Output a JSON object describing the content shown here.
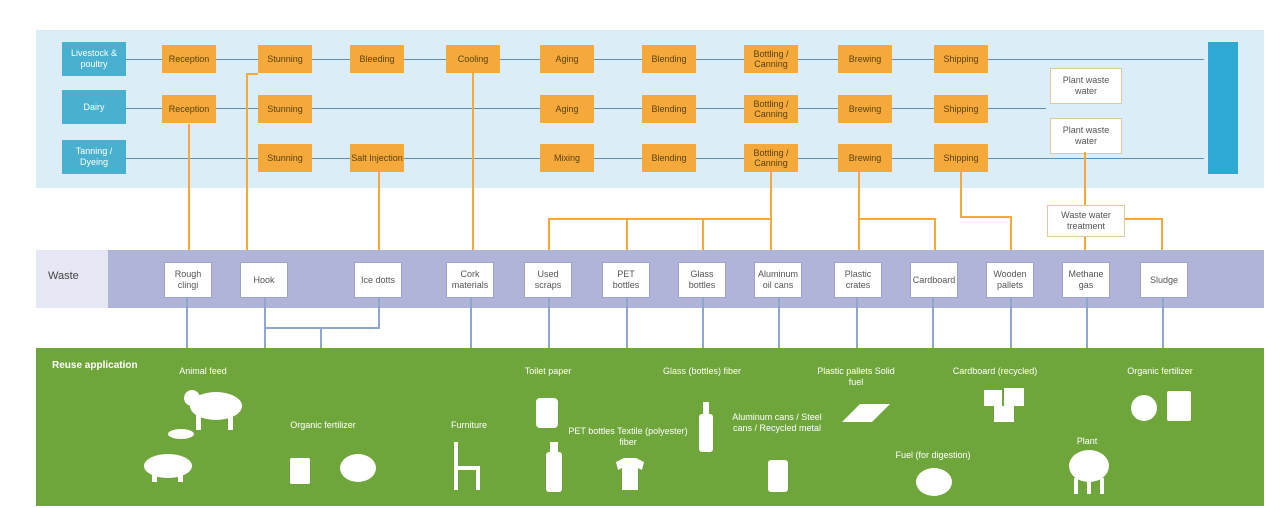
{
  "source_labels": [
    "Livestock & poultry",
    "Dairy",
    "Tanning / Dyeing"
  ],
  "process_rows": [
    [
      "Reception",
      "Stunning",
      "Bleeding",
      "Cooling",
      "Aging",
      "Blending",
      "Bottling / Canning",
      "Brewing",
      "Shipping"
    ],
    [
      "Reception",
      "Stunning",
      "Aging",
      "Blending",
      "Bottling / Canning",
      "Brewing",
      "Shipping"
    ],
    [
      "Stunning",
      "Salt Injection",
      "Mixing",
      "Blending",
      "Bottling / Canning",
      "Brewing",
      "Shipping"
    ]
  ],
  "plant_waste_water": [
    "Plant waste water",
    "Plant waste water"
  ],
  "waste_water_treatment": "Waste water treatment",
  "waste": {
    "label": "Waste",
    "items": [
      "Rough clingi",
      "Hook",
      "Ice dotts",
      "Cork materials",
      "Used scraps",
      "PET bottles",
      "Glass bottles",
      "Aluminum oil cans",
      "Plastic crates",
      "Cardboard",
      "Wooden pallets",
      "Methane gas",
      "Sludge"
    ]
  },
  "reuse": {
    "title": "Reuse application",
    "labels": [
      "Animal feed",
      "Organic fertilizer",
      "Furniture",
      "Toilet paper",
      "PET bottles Textile (polyester) fiber",
      "Glass (bottles) fiber",
      "Aluminum cans / Steel cans / Recycled metal",
      "Plastic pallets Solid fuel",
      "Cardboard (recycled)",
      "Fuel (for digestion)",
      "Plant",
      "Organic fertilizer"
    ]
  },
  "colors": {
    "top_band": "#dbeef8",
    "process": "#f4a93a",
    "source": "#49b0cf",
    "waste_band": "#b0b4d8",
    "reuse_band": "#6fa63b"
  }
}
